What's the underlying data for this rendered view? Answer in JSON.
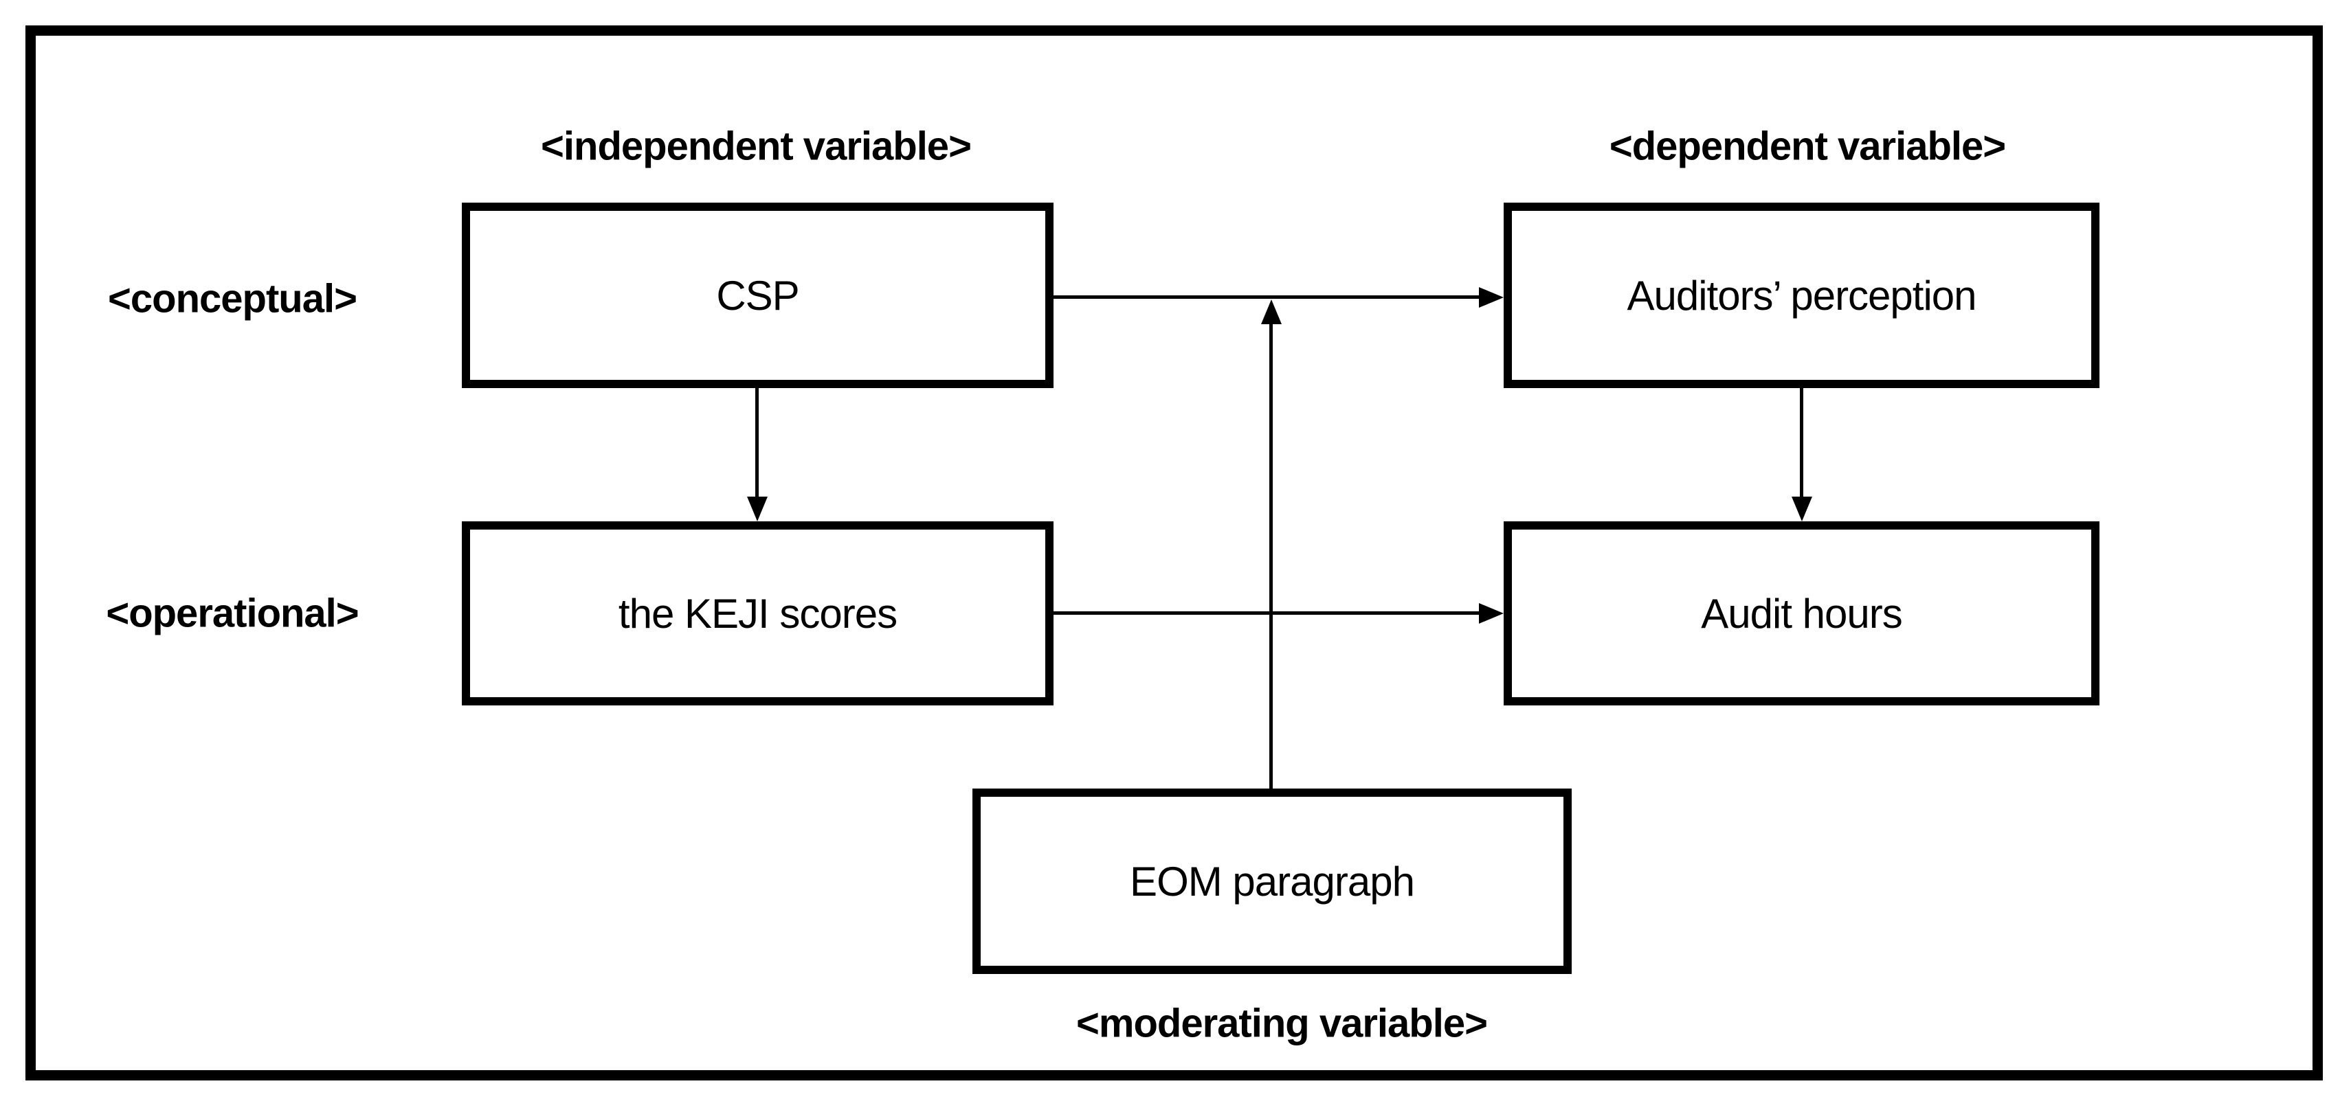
{
  "diagram": {
    "title": "research model diagram",
    "column_labels": [
      {
        "id": "independent",
        "text": "<independent variable>"
      },
      {
        "id": "dependent",
        "text": "<dependent variable>"
      }
    ],
    "row_labels": [
      {
        "id": "conceptual",
        "text": "<conceptual>"
      },
      {
        "id": "operational",
        "text": "<operational>"
      }
    ],
    "moderating_label": "<moderating variable>",
    "nodes": {
      "csp": {
        "label": "CSP"
      },
      "auditors_perception": {
        "label": "Auditors’ perception"
      },
      "keji_scores": {
        "label": "the KEJI scores"
      },
      "audit_hours": {
        "label": "Audit hours"
      },
      "eom_paragraph": {
        "label": "EOM paragraph"
      }
    },
    "edges": [
      {
        "from": "csp",
        "to": "auditors_perception",
        "direction": "right"
      },
      {
        "from": "csp",
        "to": "keji_scores",
        "direction": "down"
      },
      {
        "from": "auditors_perception",
        "to": "audit_hours",
        "direction": "down"
      },
      {
        "from": "keji_scores",
        "to": "audit_hours",
        "direction": "right"
      },
      {
        "from": "eom_paragraph",
        "to": "csp-auditors_perception-edge",
        "direction": "up"
      }
    ],
    "colors": {
      "line": "#000000",
      "background": "#ffffff",
      "text": "#000000"
    }
  }
}
